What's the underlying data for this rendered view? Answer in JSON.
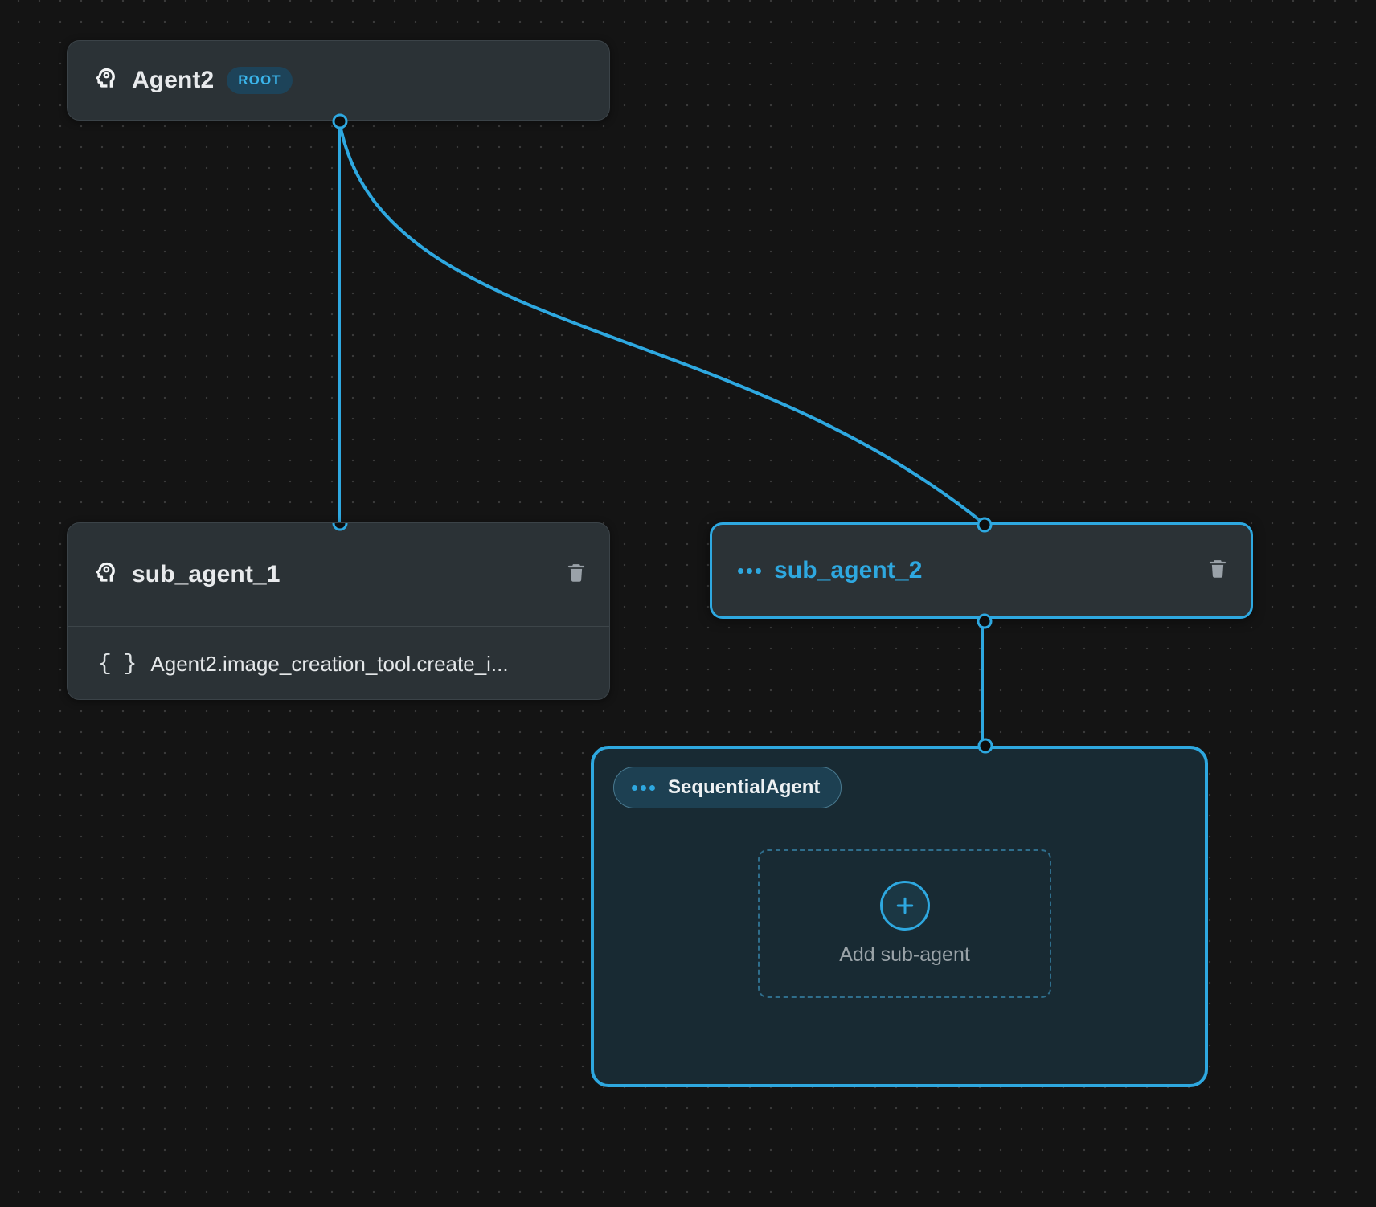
{
  "canvas": {
    "background_color": "#141414",
    "dot_grid_color": "#3a3a3a",
    "accent_color": "#2ea8e0",
    "node_background": "#2b3236",
    "group_background": "#182a33"
  },
  "nodes": {
    "root_agent": {
      "title": "Agent2",
      "badge": "ROOT",
      "icon": "brain-icon"
    },
    "sub_agent_1": {
      "title": "sub_agent_1",
      "icon": "brain-icon",
      "delete_icon": "trash-icon",
      "tools": [
        {
          "glyph": "{ }",
          "label": "Agent2.image_creation_tool.create_i..."
        }
      ]
    },
    "sub_agent_2": {
      "title": "sub_agent_2",
      "icon": "dots-icon",
      "delete_icon": "trash-icon",
      "selected": true
    },
    "sequential_agent_group": {
      "pill_label": "SequentialAgent",
      "pill_icon": "dots-icon",
      "dropzone": {
        "label": "Add sub-agent",
        "icon": "plus-icon"
      }
    }
  },
  "edges": [
    {
      "from": "root_agent",
      "to": "sub_agent_1"
    },
    {
      "from": "root_agent",
      "to": "sub_agent_2"
    },
    {
      "from": "sub_agent_2",
      "to": "sequential_agent_group"
    }
  ]
}
